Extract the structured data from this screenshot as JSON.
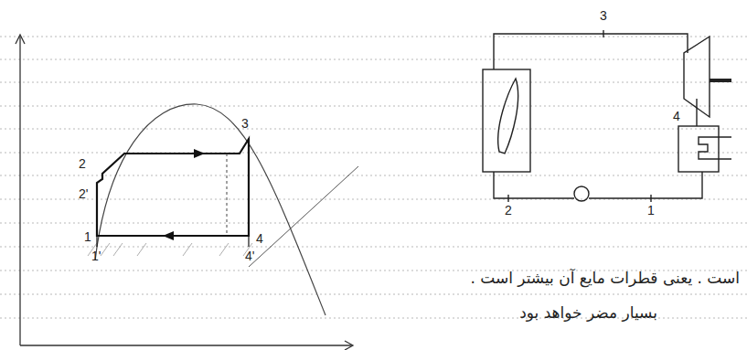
{
  "diagram": {
    "labels": [
      "3",
      "2",
      "2'",
      "1",
      "1'",
      "4",
      "4'",
      "3",
      "4",
      "2",
      "1",
      "است . یعنی قطرات مایع آن بیشتر است .",
      "بسیار مضر خواهد بود"
    ]
  }
}
